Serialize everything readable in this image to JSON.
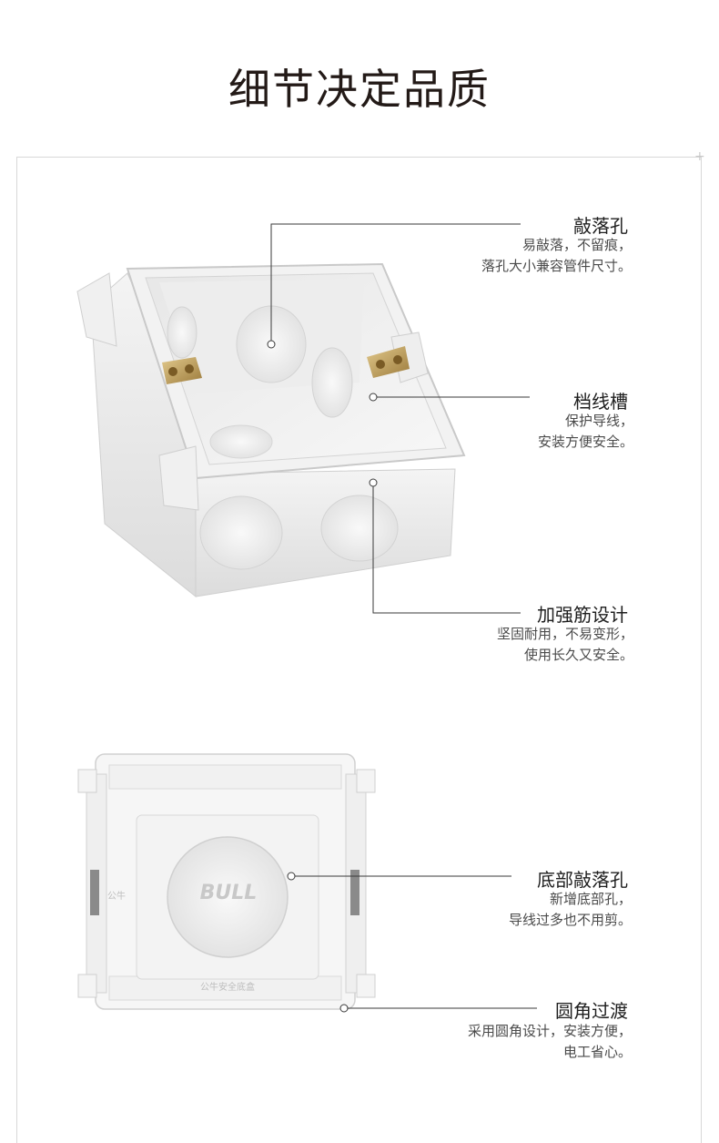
{
  "heading": "细节决定品质",
  "callouts": [
    {
      "title": "敲落孔",
      "lines": [
        "易敲落，不留痕，",
        "落孔大小兼容管件尺寸。"
      ]
    },
    {
      "title": "档线槽",
      "lines": [
        "保护导线，",
        "安装方便安全。"
      ]
    },
    {
      "title": "加强筋设计",
      "lines": [
        "坚固耐用，不易变形，",
        "使用长久又安全。"
      ]
    },
    {
      "title": "底部敲落孔",
      "lines": [
        "新增底部孔，",
        "导线过多也不用剪。"
      ]
    },
    {
      "title": "圆角过渡",
      "lines": [
        "采用圆角设计，安装方便，",
        "电工省心。"
      ]
    }
  ],
  "product_marks": {
    "brand_logo": "BULL",
    "side_text": "公牛",
    "bottom_text": "公牛安全底盒"
  },
  "icons": [
    "plus-mark-icon"
  ]
}
